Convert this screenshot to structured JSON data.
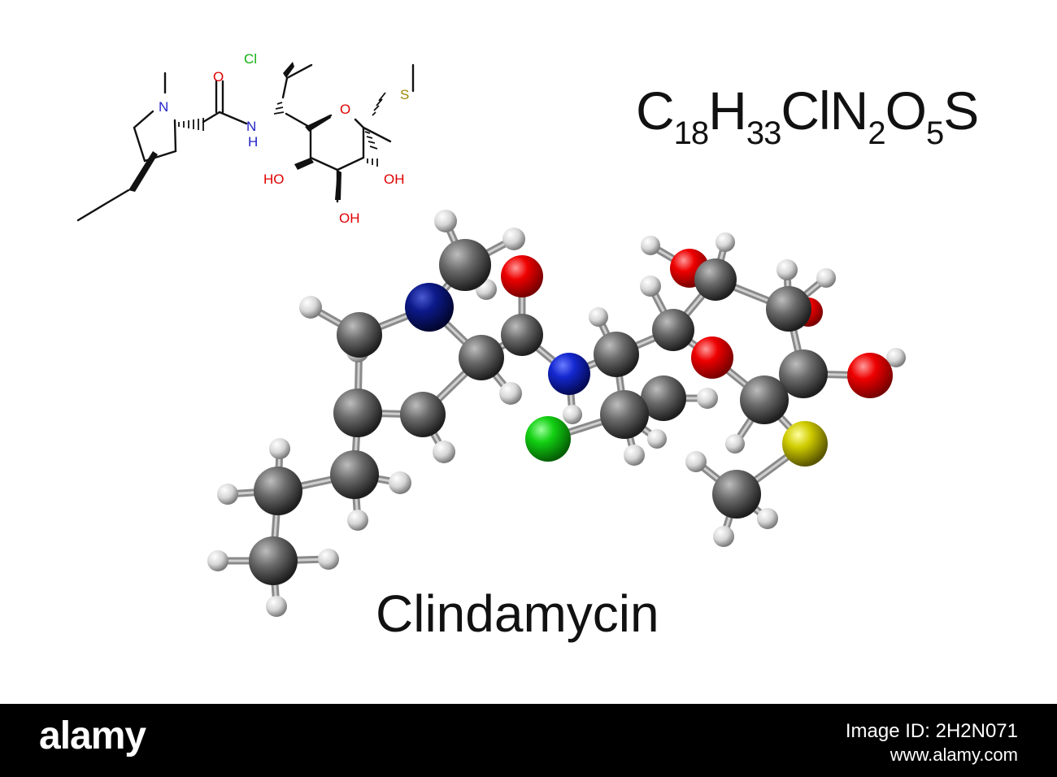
{
  "molecule": {
    "name": "Clindamycin",
    "formula_parts": [
      {
        "t": "C"
      },
      {
        "s": "18"
      },
      {
        "t": "H"
      },
      {
        "s": "33"
      },
      {
        "t": "ClN"
      },
      {
        "s": "2"
      },
      {
        "t": "O"
      },
      {
        "s": "5"
      },
      {
        "t": "S"
      }
    ]
  },
  "structure_labels": {
    "n_ring": "N",
    "carbonyl_o": "O",
    "amide_n": "N",
    "amide_h": "H",
    "chloro": "Cl",
    "ring_o": "O",
    "thio": "S",
    "hydroxyl_1": "HO",
    "hydroxyl_2": "OH",
    "hydroxyl_3": "OH"
  },
  "atom_colors": {
    "carbon": "#5b5b5b",
    "hydrogen": "#e6e6e6",
    "oxygen": "#e00000",
    "nitrogen": "#0a1a9a",
    "chlorine": "#10c010",
    "sulfur": "#b8b400"
  },
  "label_colors": {
    "N": "#2323c8",
    "O": "#e00000",
    "Cl": "#10b010",
    "S": "#9a8a00"
  },
  "footer": {
    "brand": "alamy",
    "image_id": "Image ID: 2H2N071",
    "url": "www.alamy.com"
  }
}
